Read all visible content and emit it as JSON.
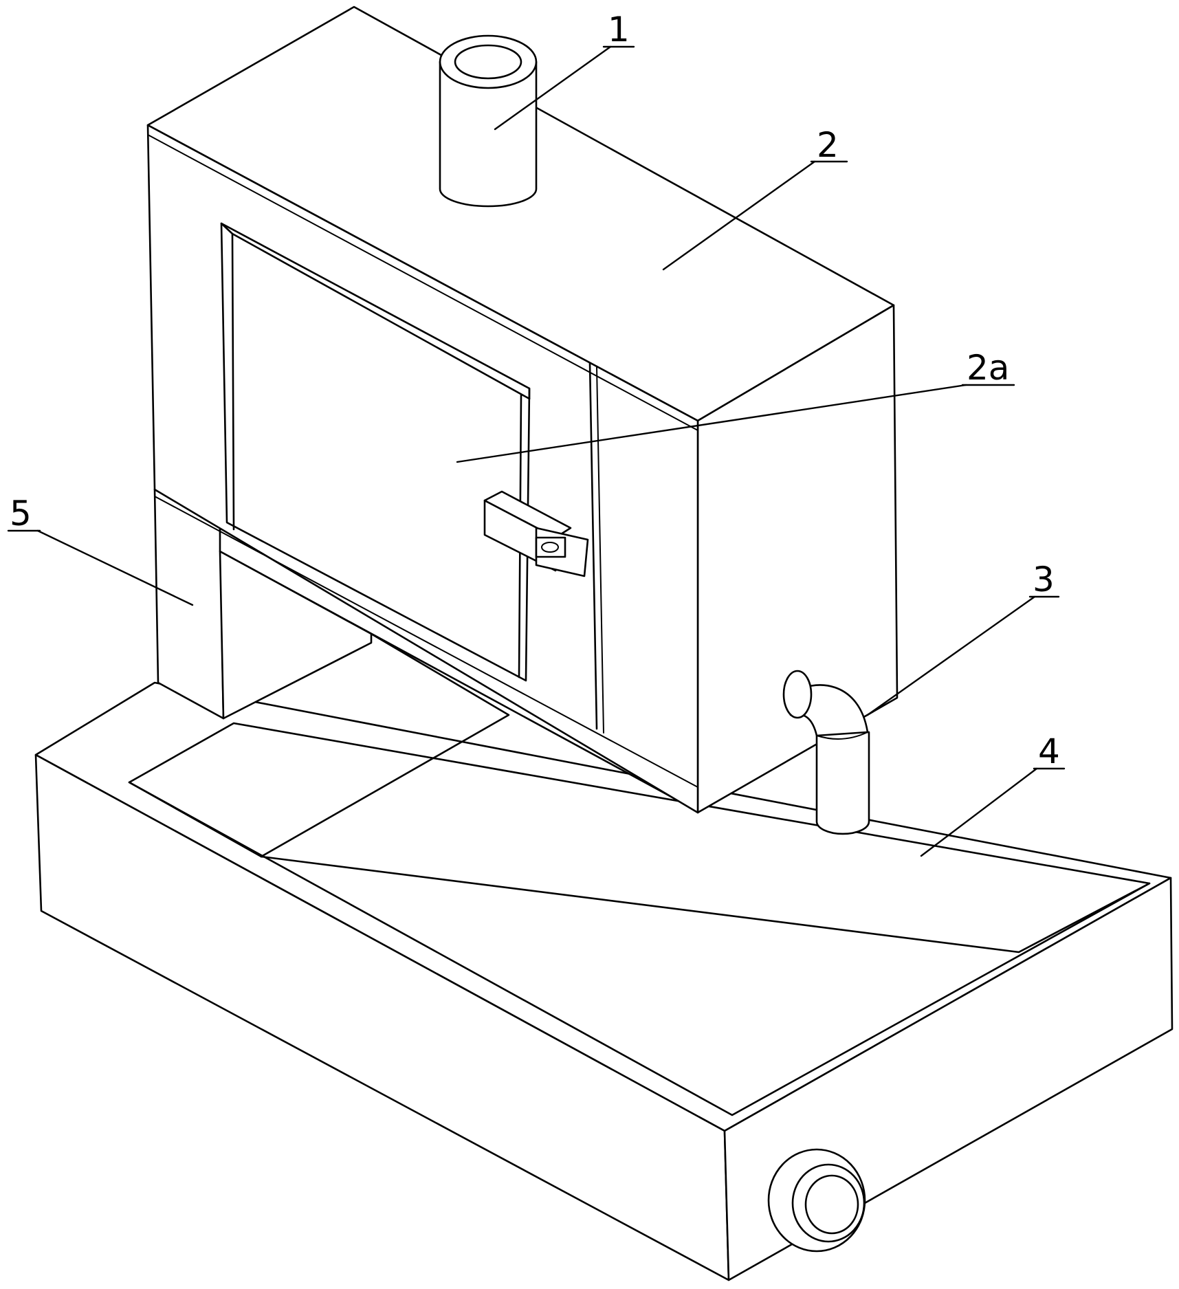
{
  "figure": {
    "callouts": [
      {
        "id": "1",
        "label": "1"
      },
      {
        "id": "2",
        "label": "2"
      },
      {
        "id": "2a",
        "label": "2a"
      },
      {
        "id": "3",
        "label": "3"
      },
      {
        "id": "4",
        "label": "4"
      },
      {
        "id": "5",
        "label": "5"
      }
    ]
  },
  "colors": {
    "line": "#000000",
    "background": "#ffffff"
  }
}
